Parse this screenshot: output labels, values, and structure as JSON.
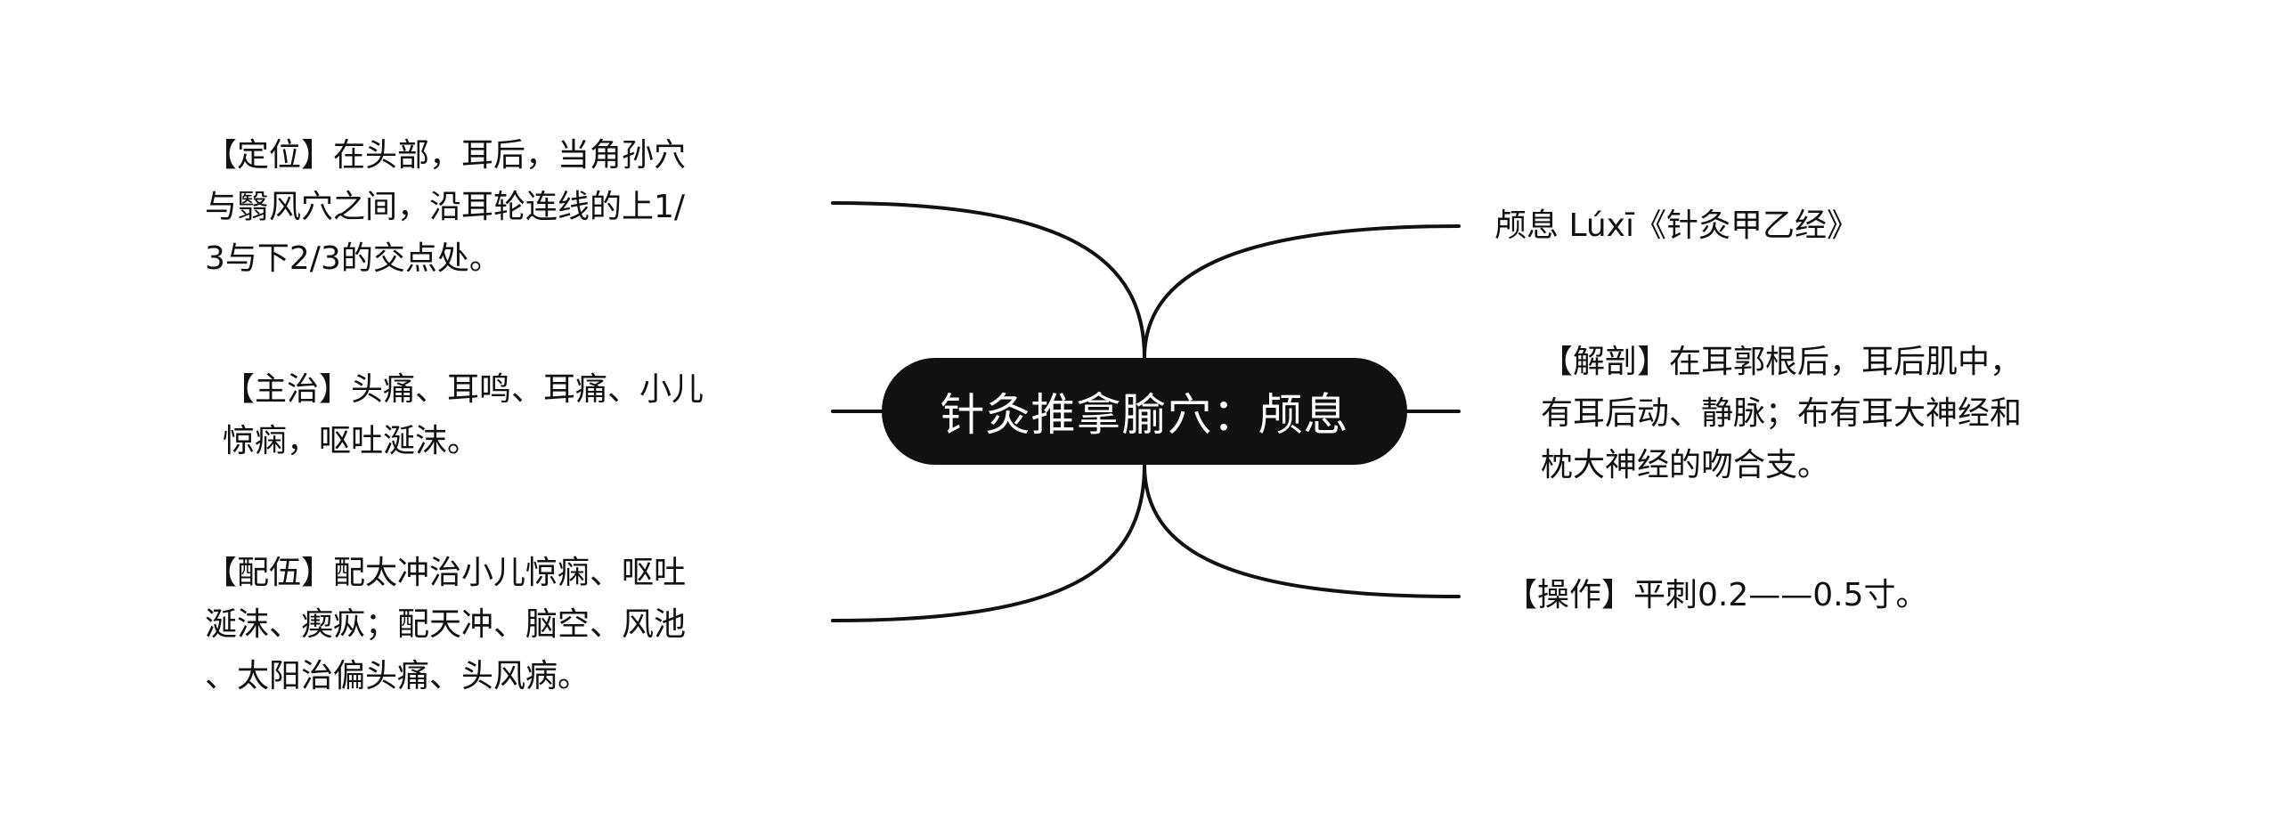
{
  "central_topic": "针灸推拿腧穴：颅息",
  "branches": {
    "location": "【定位】在头部，耳后，当角孙穴\n与翳风穴之间，沿耳轮连线的上1/\n3与下2/3的交点处。",
    "indications": "【主治】头痛、耳鸣、耳痛、小儿\n惊痫，呕吐涎沫。",
    "combination": "【配伍】配太冲治小儿惊痫、呕吐\n涎沫、瘈疭；配天冲、脑空、风池\n、太阳治偏头痛、头风病。",
    "name": "颅息 Lúxī《针灸甲乙经》",
    "anatomy": "【解剖】在耳郭根后，耳后肌中，\n有耳后动、静脉；布有耳大神经和\n枕大神经的吻合支。",
    "operation": "【操作】平刺0.2——0.5寸。"
  },
  "colors": {
    "central_fill": "#111111",
    "central_text": "#ffffff",
    "line": "#111111",
    "background": "#ffffff"
  }
}
